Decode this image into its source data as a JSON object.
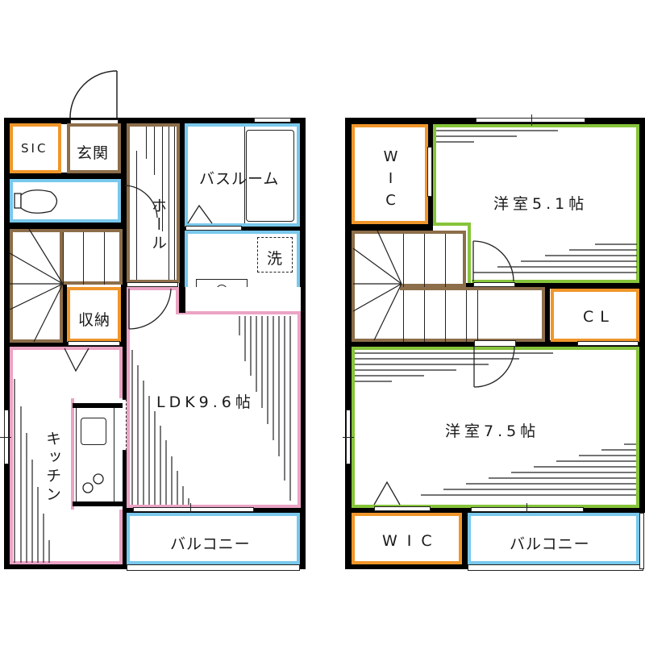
{
  "floor1": {
    "rooms": {
      "sic": "SIC",
      "entrance": "玄関",
      "hall": "ホール",
      "bathroom": "バスルーム",
      "washroom": "洗",
      "storage": "収納",
      "ldk": "LDK9.6帖",
      "kitchen": "キッチン",
      "balcony": "バルコニー"
    }
  },
  "floor2": {
    "rooms": {
      "wic_top": "WIC",
      "bedroom1": "洋室5.1帖",
      "closet": "CL",
      "bedroom2": "洋室7.5帖",
      "wic_bottom": "WIC",
      "balcony": "バルコニー"
    }
  },
  "colors": {
    "wall": "#000000",
    "storage_border": "#f0962a",
    "wet_area_border": "#79c8ec",
    "circulation_border": "#8c6e4a",
    "ldk_border": "#eba3c4",
    "bedroom_border": "#86c43a"
  }
}
